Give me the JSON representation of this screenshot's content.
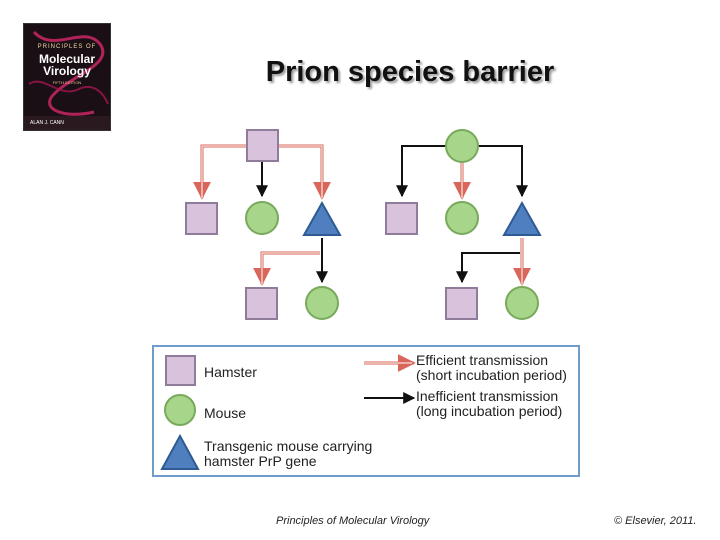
{
  "slide": {
    "title": "Prion species barrier",
    "footer_left": "Principles of Molecular Virology",
    "footer_right": "© Elsevier, 2011."
  },
  "book_cover": {
    "series": "PRINCIPLES OF",
    "title_line1": "Molecular",
    "title_line2": "Virology",
    "edition": "FIFTH EDITION",
    "author": "ALAN J. CANN"
  },
  "legend": {
    "hamster": "Hamster",
    "mouse": "Mouse",
    "transgenic_line1": "Transgenic mouse carrying",
    "transgenic_line2": "hamster PrP gene",
    "efficient_line1": "Efficient transmission",
    "efficient_line2": "(short incubation period)",
    "inefficient_line1": "Inefficient transmission",
    "inefficient_line2": "(long incubation period)"
  },
  "colors": {
    "hamster_fill": "#d9c3dc",
    "hamster_stroke": "#8f7c9a",
    "mouse_fill": "#a7d68a",
    "mouse_stroke": "#78a95c",
    "transgenic_fill": "#4f7fbf",
    "transgenic_stroke": "#2f5b93",
    "efficient_arrow": "#d9665a",
    "inefficient_arrow": "#111111",
    "legend_border": "#6f9cc8"
  }
}
